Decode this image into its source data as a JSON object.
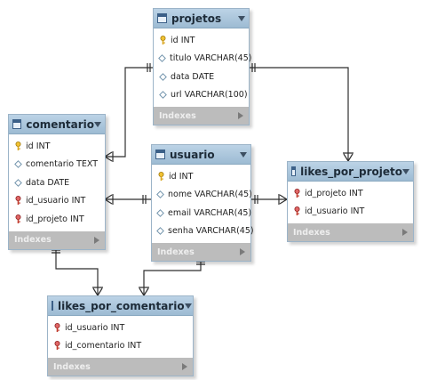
{
  "tables": [
    {
      "name": "projetos",
      "footer": "Indexes",
      "columns": [
        {
          "icon": "primary-key-icon",
          "text": "id INT"
        },
        {
          "icon": "column-icon",
          "text": "titulo VARCHAR(45)"
        },
        {
          "icon": "column-icon",
          "text": "data DATE"
        },
        {
          "icon": "column-icon",
          "text": "url VARCHAR(100)"
        }
      ]
    },
    {
      "name": "comentario",
      "footer": "Indexes",
      "columns": [
        {
          "icon": "primary-key-icon",
          "text": "id INT"
        },
        {
          "icon": "column-icon",
          "text": "comentario TEXT"
        },
        {
          "icon": "column-icon",
          "text": "data DATE"
        },
        {
          "icon": "foreign-key-icon",
          "text": "id_usuario INT"
        },
        {
          "icon": "foreign-key-icon",
          "text": "id_projeto INT"
        }
      ]
    },
    {
      "name": "usuario",
      "footer": "Indexes",
      "columns": [
        {
          "icon": "primary-key-icon",
          "text": "id INT"
        },
        {
          "icon": "column-icon",
          "text": "nome VARCHAR(45)"
        },
        {
          "icon": "column-icon",
          "text": "email VARCHAR(45)"
        },
        {
          "icon": "column-icon",
          "text": "senha VARCHAR(45)"
        }
      ]
    },
    {
      "name": "likes_por_projeto",
      "footer": "Indexes",
      "columns": [
        {
          "icon": "foreign-key-icon",
          "text": "id_projeto INT"
        },
        {
          "icon": "foreign-key-icon",
          "text": "id_usuario INT"
        }
      ]
    },
    {
      "name": "likes_por_comentario",
      "footer": "Indexes",
      "columns": [
        {
          "icon": "foreign-key-icon",
          "text": "id_usuario INT"
        },
        {
          "icon": "foreign-key-icon",
          "text": "id_comentario INT"
        }
      ]
    }
  ]
}
